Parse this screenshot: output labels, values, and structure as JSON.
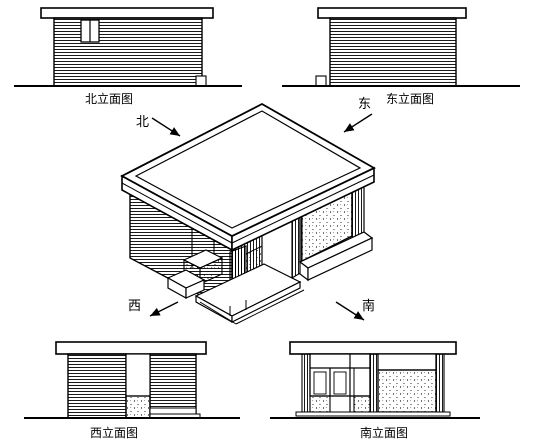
{
  "labels": {
    "north_elevation": "北立面图",
    "east_elevation": "东立面图",
    "west_elevation": "西立面图",
    "south_elevation": "南立面图"
  },
  "directions": {
    "north": "北",
    "east": "东",
    "west": "西",
    "south": "南"
  },
  "icons": [
    "arrow-north-icon",
    "arrow-east-icon",
    "arrow-west-icon",
    "arrow-south-icon"
  ],
  "colors": {
    "ink": "#000000",
    "paper": "#ffffff"
  }
}
